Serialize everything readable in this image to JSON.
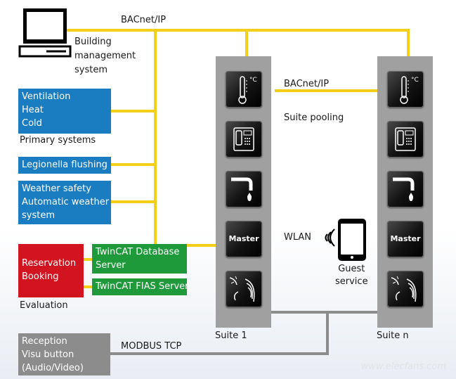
{
  "network": {
    "bacnet_top": "BACnet/IP",
    "bacnet_suite": "BACnet/IP",
    "suite_pooling": "Suite pooling",
    "wlan": "WLAN",
    "modbus": "MODBUS TCP"
  },
  "bms": {
    "lines": [
      "Building",
      "management",
      "system"
    ]
  },
  "primary": {
    "lines": [
      "Ventilation",
      "Heat",
      "Cold"
    ],
    "caption": "Primary systems"
  },
  "legionella": {
    "label": "Legionella flushing"
  },
  "weather": {
    "lines": [
      "Weather safety",
      "Automatic weather",
      "system"
    ]
  },
  "reservation": {
    "lines": [
      "Reservation",
      "Booking"
    ],
    "caption": "Evaluation"
  },
  "twincat_db": {
    "lines": [
      "TwinCAT Database",
      "Server"
    ]
  },
  "twincat_fias": {
    "label": "TwinCAT FIAS Server"
  },
  "reception": {
    "lines": [
      "Reception",
      "Visu button",
      "(Audio/Video)"
    ]
  },
  "guest": {
    "lines": [
      "Guest",
      "service"
    ]
  },
  "suite1": {
    "label": "Suite 1",
    "buttons": [
      {
        "icon": "thermometer-icon",
        "text": "°C"
      },
      {
        "icon": "phone-icon",
        "text": ""
      },
      {
        "icon": "water-tap-icon",
        "text": ""
      },
      {
        "icon": "master-button",
        "text": "Master"
      },
      {
        "icon": "light-blinds-icon",
        "text": ""
      }
    ]
  },
  "suiten": {
    "label": "Suite n",
    "buttons": [
      {
        "icon": "thermometer-icon",
        "text": "°C"
      },
      {
        "icon": "phone-icon",
        "text": ""
      },
      {
        "icon": "water-tap-icon",
        "text": ""
      },
      {
        "icon": "master-button",
        "text": "Master"
      },
      {
        "icon": "light-blinds-icon",
        "text": ""
      }
    ]
  },
  "watermark": "www.elecfans.com",
  "colors": {
    "bus": "#f3cf1a",
    "blue": "#1a7cc1",
    "red": "#d21421",
    "green": "#1f9a3a",
    "grey": "#8c8c8c"
  }
}
